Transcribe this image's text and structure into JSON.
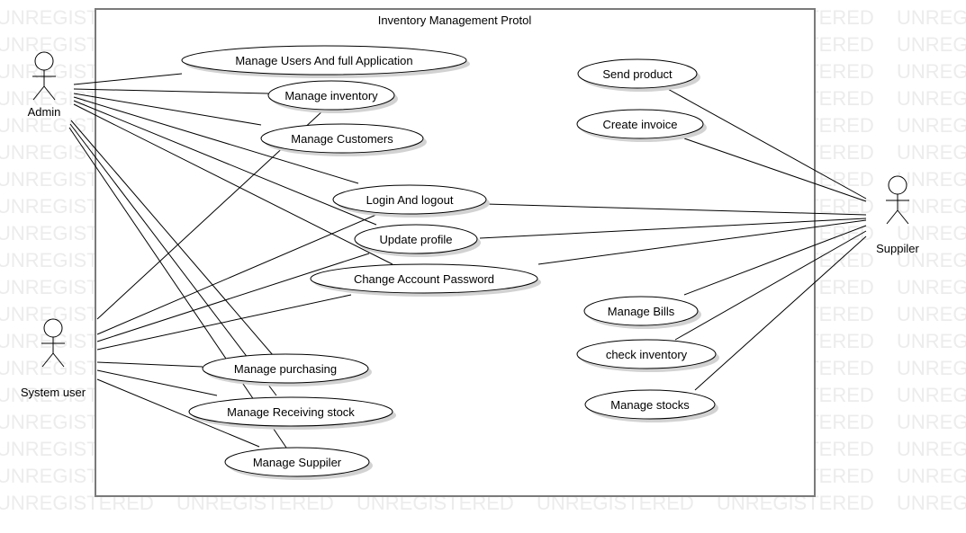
{
  "watermark": "UNREGISTERED",
  "system": {
    "title": "Inventory Management Protol"
  },
  "actors": [
    {
      "id": "admin",
      "label": "Admin"
    },
    {
      "id": "system_user",
      "label": "System user"
    },
    {
      "id": "suppiler",
      "label": "Suppiler"
    }
  ],
  "use_cases": [
    {
      "id": "uc1",
      "label": "Manage Users And full Application"
    },
    {
      "id": "uc2",
      "label": "Manage inventory"
    },
    {
      "id": "uc3",
      "label": "Manage Customers"
    },
    {
      "id": "uc4",
      "label": "Login And  logout"
    },
    {
      "id": "uc5",
      "label": "Update profile"
    },
    {
      "id": "uc6",
      "label": "Change Account Password"
    },
    {
      "id": "uc7",
      "label": "Manage purchasing"
    },
    {
      "id": "uc8",
      "label": "Manage Receiving stock"
    },
    {
      "id": "uc9",
      "label": "Manage Suppiler"
    },
    {
      "id": "uc10",
      "label": "Send product"
    },
    {
      "id": "uc11",
      "label": "Create invoice"
    },
    {
      "id": "uc12",
      "label": "Manage Bills"
    },
    {
      "id": "uc13",
      "label": "check inventory"
    },
    {
      "id": "uc14",
      "label": "Manage stocks"
    }
  ],
  "associations": [
    {
      "actor": "admin",
      "use_case": "uc1"
    },
    {
      "actor": "admin",
      "use_case": "uc2"
    },
    {
      "actor": "admin",
      "use_case": "uc3"
    },
    {
      "actor": "admin",
      "use_case": "uc4"
    },
    {
      "actor": "admin",
      "use_case": "uc5"
    },
    {
      "actor": "admin",
      "use_case": "uc6"
    },
    {
      "actor": "admin",
      "use_case": "uc7"
    },
    {
      "actor": "admin",
      "use_case": "uc8"
    },
    {
      "actor": "admin",
      "use_case": "uc9"
    },
    {
      "actor": "system_user",
      "use_case": "uc2"
    },
    {
      "actor": "system_user",
      "use_case": "uc4"
    },
    {
      "actor": "system_user",
      "use_case": "uc5"
    },
    {
      "actor": "system_user",
      "use_case": "uc6"
    },
    {
      "actor": "system_user",
      "use_case": "uc7"
    },
    {
      "actor": "system_user",
      "use_case": "uc8"
    },
    {
      "actor": "system_user",
      "use_case": "uc9"
    },
    {
      "actor": "suppiler",
      "use_case": "uc10"
    },
    {
      "actor": "suppiler",
      "use_case": "uc11"
    },
    {
      "actor": "suppiler",
      "use_case": "uc4"
    },
    {
      "actor": "suppiler",
      "use_case": "uc5"
    },
    {
      "actor": "suppiler",
      "use_case": "uc6"
    },
    {
      "actor": "suppiler",
      "use_case": "uc12"
    },
    {
      "actor": "suppiler",
      "use_case": "uc13"
    },
    {
      "actor": "suppiler",
      "use_case": "uc14"
    }
  ]
}
